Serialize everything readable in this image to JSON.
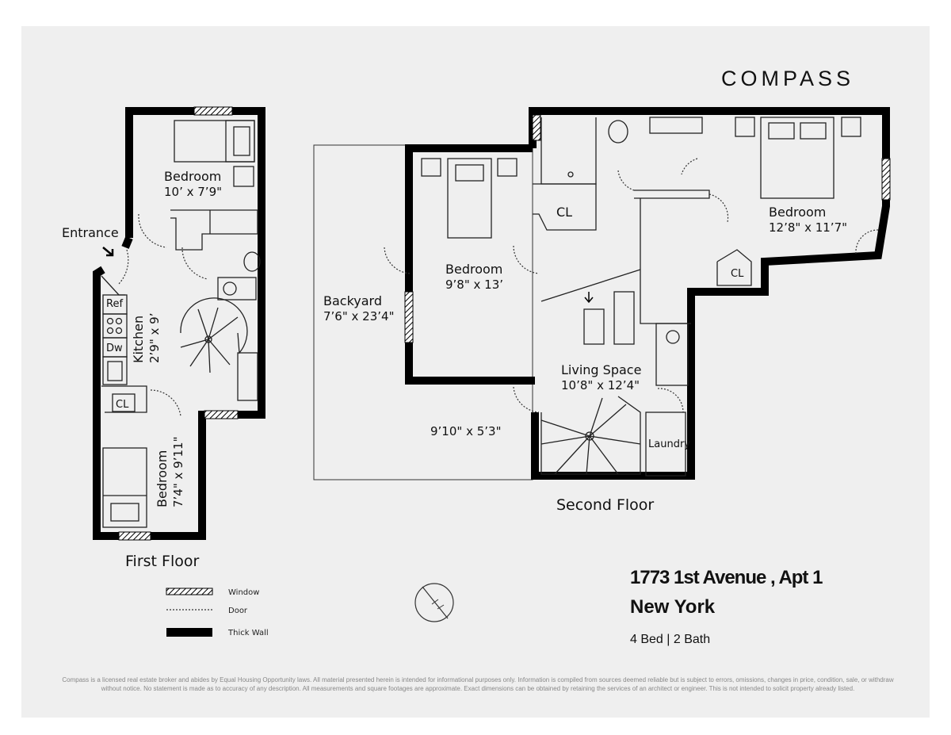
{
  "brand": "COMPASS",
  "listing": {
    "address": "1773 1st Avenue , Apt 1",
    "city": "New York",
    "summary": "4 Bed | 2 Bath"
  },
  "first_floor": {
    "title": "First Floor",
    "entrance": "Entrance",
    "rooms": [
      {
        "name": "Bedroom",
        "dims": "10’ x 7’9\""
      },
      {
        "name": "Kitchen",
        "dims": "2’9\" x 9’"
      },
      {
        "name": "Bedroom",
        "dims": "7’4\" x 9’11\""
      }
    ],
    "fixtures": {
      "ref": "Ref",
      "dw": "Dw",
      "closet": "CL"
    }
  },
  "second_floor": {
    "title": "Second Floor",
    "rooms": [
      {
        "name": "Backyard",
        "dims": "7’6\" x 23’4\""
      },
      {
        "name": "Bedroom",
        "dims": "9’8\" x 13’"
      },
      {
        "name": "Bedroom",
        "dims": "12’8\" x 11’7\""
      },
      {
        "name": "Living Space",
        "dims": "10’8\" x 12’4\""
      },
      {
        "name": "",
        "dims": "9’10\" x 5’3\""
      }
    ],
    "fixtures": {
      "closet1": "CL",
      "closet2": "CL",
      "laundry": "Laundry"
    }
  },
  "legend": {
    "window": "Window",
    "door": "Door",
    "thick_wall": "Thick Wall"
  },
  "disclaimer": "Compass is a licensed real estate broker and abides by Equal Housing Opportunity laws. All material presented herein is intended for informational purposes only. Information is compiled from sources deemed reliable but is subject to errors, omissions, changes in price, condition, sale, or withdraw without notice. No statement is made as to accuracy of any description. All measurements and square footages are approximate. Exact dimensions can be obtained by retaining the services of an architect or engineer. This is not intended to solicit property already listed."
}
